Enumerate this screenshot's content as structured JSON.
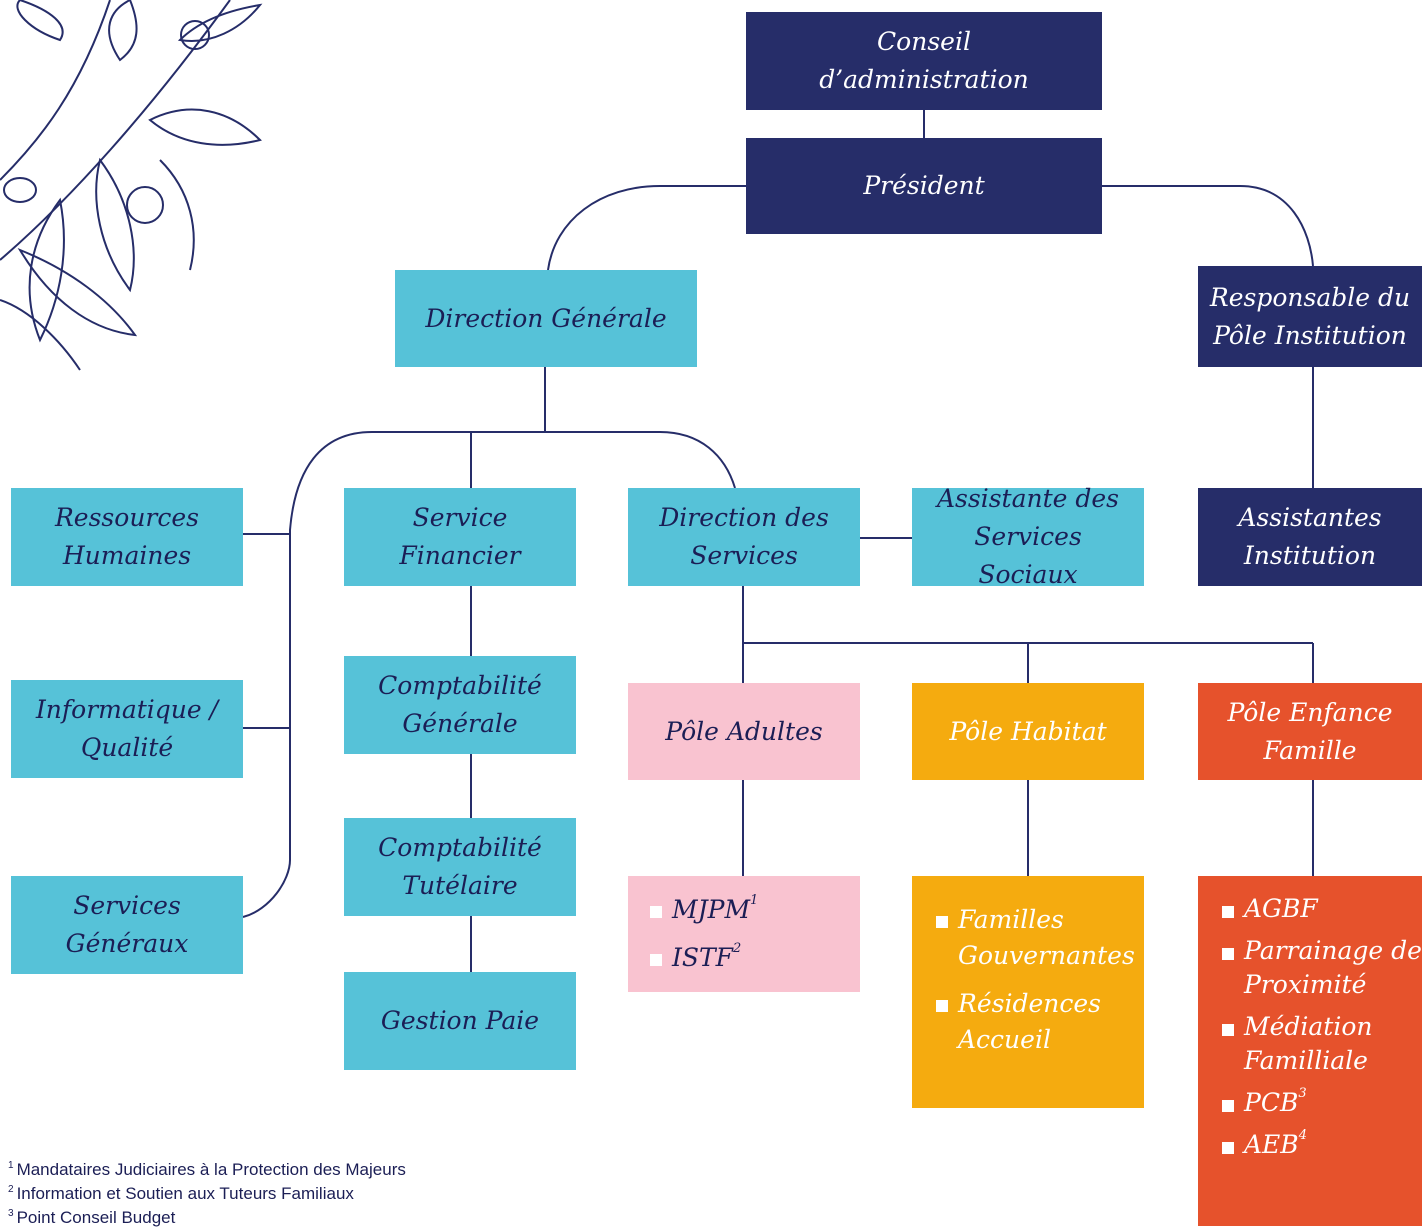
{
  "colors": {
    "navy": "#262d69",
    "cyan": "#56c2d8",
    "pink": "#f9c3d0",
    "orange": "#f5ab0f",
    "red": "#e6522c",
    "line": "#262d69"
  },
  "decoration": {
    "icon": "olive-branch-icon"
  },
  "nodes": {
    "conseil": {
      "lines": [
        "Conseil",
        "d’administration"
      ]
    },
    "president": {
      "lines": [
        "Président"
      ]
    },
    "direction_generale": {
      "lines": [
        "Direction Générale"
      ]
    },
    "responsable": {
      "lines": [
        "Responsable du",
        "Pôle Institution"
      ]
    },
    "ressources": {
      "lines": [
        "Ressources",
        "Humaines"
      ]
    },
    "service_financier": {
      "lines": [
        "Service Financier"
      ]
    },
    "direction_services": {
      "lines": [
        "Direction des",
        "Services"
      ]
    },
    "assistante": {
      "lines": [
        "Assistante des",
        "Services Sociaux"
      ]
    },
    "assistantes_institution": {
      "lines": [
        "Assistantes",
        "Institution"
      ]
    },
    "informatique": {
      "lines": [
        "Informatique /",
        "Qualité"
      ]
    },
    "compta_generale": {
      "lines": [
        "Comptabilité",
        "Générale"
      ]
    },
    "pole_adultes": {
      "lines": [
        "Pôle Adultes"
      ]
    },
    "pole_habitat": {
      "lines": [
        "Pôle Habitat"
      ]
    },
    "pole_enfance": {
      "lines": [
        "Pôle Enfance",
        "Famille"
      ]
    },
    "compta_tutelaire": {
      "lines": [
        "Comptabilité",
        "Tutélaire"
      ]
    },
    "services_generaux": {
      "lines": [
        "Services",
        "Généraux"
      ]
    },
    "gestion_paie": {
      "lines": [
        "Gestion Paie"
      ]
    }
  },
  "lists": {
    "adultes": [
      {
        "lines": [
          "MJPM"
        ],
        "note": "1"
      },
      {
        "lines": [
          "ISTF"
        ],
        "note": "2"
      }
    ],
    "habitat": [
      {
        "lines": [
          "Familles",
          "Gouvernantes"
        ],
        "note": ""
      },
      {
        "lines": [
          "Résidences",
          "Accueil"
        ],
        "note": ""
      }
    ],
    "enfance": [
      {
        "lines": [
          "AGBF"
        ],
        "note": ""
      },
      {
        "lines": [
          "Parrainage de",
          "Proximité"
        ],
        "note": ""
      },
      {
        "lines": [
          "Médiation",
          "Familliale"
        ],
        "note": ""
      },
      {
        "lines": [
          "PCB"
        ],
        "note": "3"
      },
      {
        "lines": [
          "AEB"
        ],
        "note": "4"
      }
    ]
  },
  "footnotes": [
    {
      "num": "1",
      "text": "Mandataires Judiciaires à la Protection des Majeurs"
    },
    {
      "num": "2",
      "text": "Information et Soutien aux Tuteurs Familiaux"
    },
    {
      "num": "3",
      "text": "Point Conseil Budget"
    }
  ]
}
